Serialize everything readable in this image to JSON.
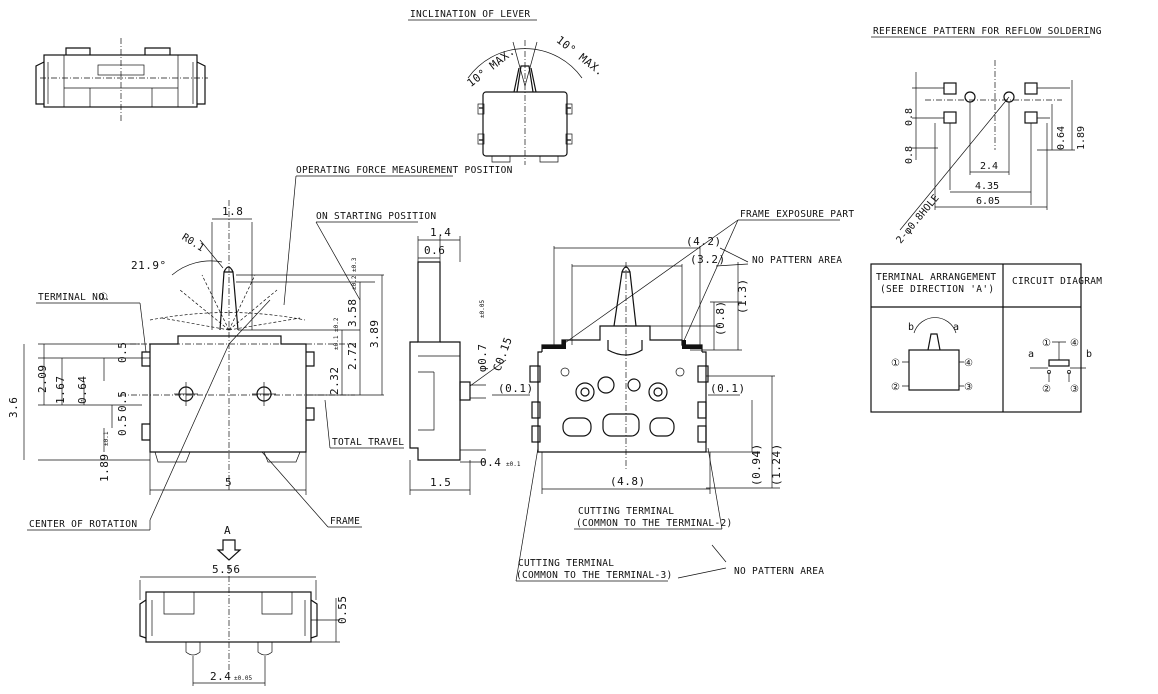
{
  "labels": {
    "inclination_title": "INCLINATION OF LEVER",
    "inclination_left": "10° MAX.",
    "inclination_right": "10° MAX.",
    "reflow_title": "REFERENCE PATTERN FOR REFLOW SOLDERING",
    "operating_force": "OPERATING FORCE MEASUREMENT POSITION",
    "on_starting": "ON STARTING POSITION",
    "frame_exposure": "FRAME EXPOSURE PART",
    "no_pattern_area_1": "NO PATTERN AREA",
    "no_pattern_area_2": "NO PATTERN AREA",
    "terminal_no": "TERMINAL NO.",
    "terminal_no_mark": "①",
    "total_travel": "TOTAL TRAVEL",
    "center_of_rotation": "CENTER OF ROTATION",
    "frame": "FRAME",
    "cutting_terminal_2_l1": "CUTTING TERMINAL",
    "cutting_terminal_2_l2": "(COMMON TO THE TERMINAL-2)",
    "cutting_terminal_3_l1": "CUTTING TERMINAL",
    "cutting_terminal_3_l2": "(COMMON TO THE TERMINAL-3)",
    "direction_a": "A"
  },
  "dimensions": {
    "top_1_8": "1.8",
    "r0_1": "R0.1",
    "angle_21_9": "21.9°",
    "d_2_09": "2.09",
    "d_1_67": "1.67",
    "d_0_64_left": "0.64",
    "d_0_5_a": "0.5",
    "d_0_5_b": "0.5",
    "d_0_5_c": "0.5",
    "d_3_6": "3.6",
    "d_1_89": "1.89",
    "d_1_89_tol": "±0.1",
    "d_5": "5",
    "d_2_32": "2.32",
    "d_2_32_tol": "±0.1 ±0.2",
    "d_2_72": "2.72",
    "d_3_58": "3.58",
    "d_3_58_tol": "±0.2 ±0.3",
    "d_3_89": "3.89",
    "d_1_4": "1.4",
    "d_0_6": "0.6",
    "d_phi_0_7": "φ0.7",
    "d_phi_0_7_tol": "±0.05",
    "d_c0_15": "C0.15",
    "d_1_5": "1.5",
    "d_0_4": "0.4",
    "d_0_4_tol": "±0.1",
    "d_4_2": "(4.2)",
    "d_3_2": "(3.2)",
    "d_0_8_right": "(0.8)",
    "d_1_3": "(1.3)",
    "d_0_1_left": "(0.1)",
    "d_0_1_right": "(0.1)",
    "d_4_8": "(4.8)",
    "d_0_94": "(0.94)",
    "d_1_24": "(1.24)",
    "d_5_56": "5.56",
    "d_0_55": "0.55",
    "d_2_4_bottom": "2.4",
    "d_2_4_bottom_tol": "±0.05",
    "ref_0_8_top": "0.8",
    "ref_0_8_bot": "0.8",
    "ref_0_64": "0.64",
    "ref_1_89": "1.89",
    "ref_2_4": "2.4",
    "ref_4_35": "4.35",
    "ref_6_05": "6.05",
    "ref_hole": "2-φ0.8HOLE"
  },
  "table": {
    "header_left_l1": "TERMINAL ARRANGEMENT",
    "header_left_l2": "(SEE DIRECTION 'A')",
    "header_right": "CIRCUIT DIAGRAM",
    "arr_a": "a",
    "arr_b": "b",
    "t1": "①",
    "t2": "②",
    "t3": "③",
    "t4": "④",
    "c1": "①",
    "c2": "②",
    "c3": "③",
    "c4": "④",
    "c_a": "a",
    "c_b": "b"
  }
}
